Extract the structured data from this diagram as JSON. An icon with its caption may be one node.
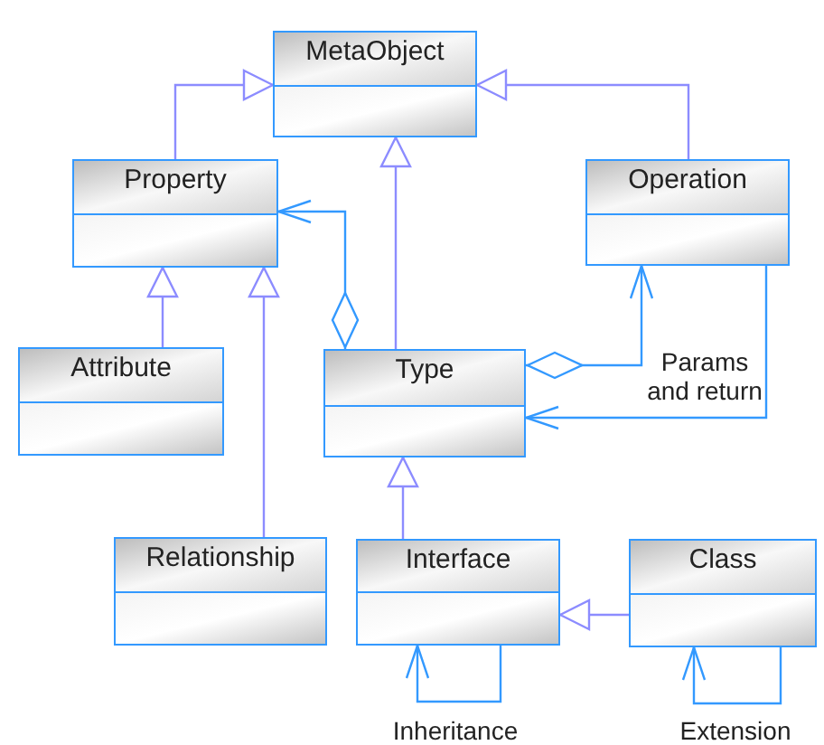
{
  "diagram": {
    "nodes": [
      {
        "text": [
          "MetaObject"
        ]
      },
      {
        "text": [
          "Property"
        ]
      },
      {
        "text": [
          "Operation"
        ]
      },
      {
        "text": [
          "Attribute"
        ]
      },
      {
        "text": [
          "Type"
        ]
      },
      {
        "text": [
          "Relationship"
        ]
      },
      {
        "text": [
          "Interface"
        ]
      },
      {
        "text": [
          "Class"
        ]
      }
    ],
    "edges": [
      {
        "from": 1,
        "to": 0,
        "arrow": "to"
      },
      {
        "from": 2,
        "to": 0,
        "arrow": "to"
      },
      {
        "from": 4,
        "to": 0,
        "arrow": "to"
      },
      {
        "from": 3,
        "to": 1,
        "arrow": "to"
      },
      {
        "from": 5,
        "to": 1,
        "arrow": "to"
      },
      {
        "from": 4,
        "to": 1,
        "arrow": "to",
        "color": "#3399ff"
      },
      {
        "from": 4,
        "to": 2,
        "arrow": "to",
        "color": "#3399ff"
      },
      {
        "from": 2,
        "to": 4,
        "arrow": "to",
        "label": "Params and return",
        "color": "#3399ff"
      },
      {
        "from": 6,
        "to": 4,
        "arrow": "to"
      },
      {
        "from": 7,
        "to": 6,
        "arrow": "to"
      },
      {
        "from": 6,
        "to": 6,
        "arrow": "to",
        "label": "Inheritance",
        "color": "#3399ff"
      },
      {
        "from": 7,
        "to": 7,
        "arrow": "to",
        "label": "Extension",
        "color": "#3399ff"
      }
    ]
  }
}
